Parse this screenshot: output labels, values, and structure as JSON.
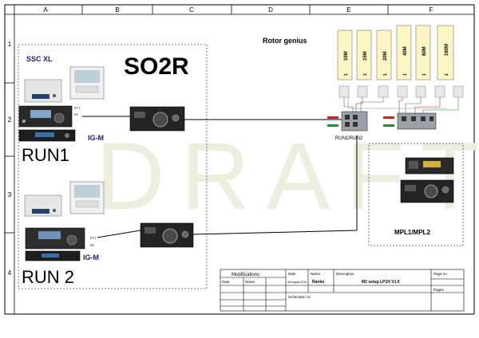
{
  "grid": {
    "columns": [
      "A",
      "B",
      "C",
      "D",
      "E",
      "F"
    ],
    "rows": [
      "1",
      "2",
      "3",
      "4"
    ]
  },
  "watermark": "DRAFT",
  "so2r": {
    "title": "SO2R",
    "ssc_label": "SSC XL",
    "run1_label": "RUN1",
    "run2_label": "RUN 2",
    "igm1_label": "IG-M",
    "igm2_label": "IG-M",
    "ptt1": "PTT",
    "rf1": "RF",
    "ptt2": "PTT",
    "rf2": "RF"
  },
  "rotor": {
    "title": "Rotor genius",
    "switch_label": "RUN1/RUN2",
    "antennas": [
      "10M",
      "15M",
      "20M",
      "40M",
      "80M",
      "160M"
    ],
    "antenna_num": "1"
  },
  "mpl": {
    "label": "MPL1/MPL2"
  },
  "title_block": {
    "modifications": "Modifications",
    "date_hdr": "Date",
    "name_hdr": "Name",
    "date_col": "Date",
    "name_col": "Name",
    "description_hdr": "Description",
    "page_no": "Page no.",
    "pages": "Pages",
    "date_value": "06 August 2014",
    "name_value": "Ranko",
    "description_value": "M2 setup LP1H V1.0",
    "schematic_no": "Schematic no."
  }
}
